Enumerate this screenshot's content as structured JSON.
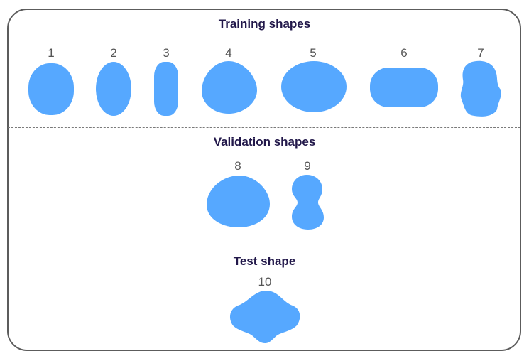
{
  "sections": {
    "training": {
      "title": "Training shapes"
    },
    "validation": {
      "title": "Validation shapes"
    },
    "test": {
      "title": "Test shape"
    }
  },
  "shapes": [
    {
      "label": "1",
      "group": "training"
    },
    {
      "label": "2",
      "group": "training"
    },
    {
      "label": "3",
      "group": "training"
    },
    {
      "label": "4",
      "group": "training"
    },
    {
      "label": "5",
      "group": "training"
    },
    {
      "label": "6",
      "group": "training"
    },
    {
      "label": "7",
      "group": "training"
    },
    {
      "label": "8",
      "group": "validation"
    },
    {
      "label": "9",
      "group": "validation"
    },
    {
      "label": "10",
      "group": "test"
    }
  ],
  "colors": {
    "shape_fill": "#56a8ff",
    "title": "#22184a",
    "number": "#555555",
    "border": "#5c5c5c"
  }
}
